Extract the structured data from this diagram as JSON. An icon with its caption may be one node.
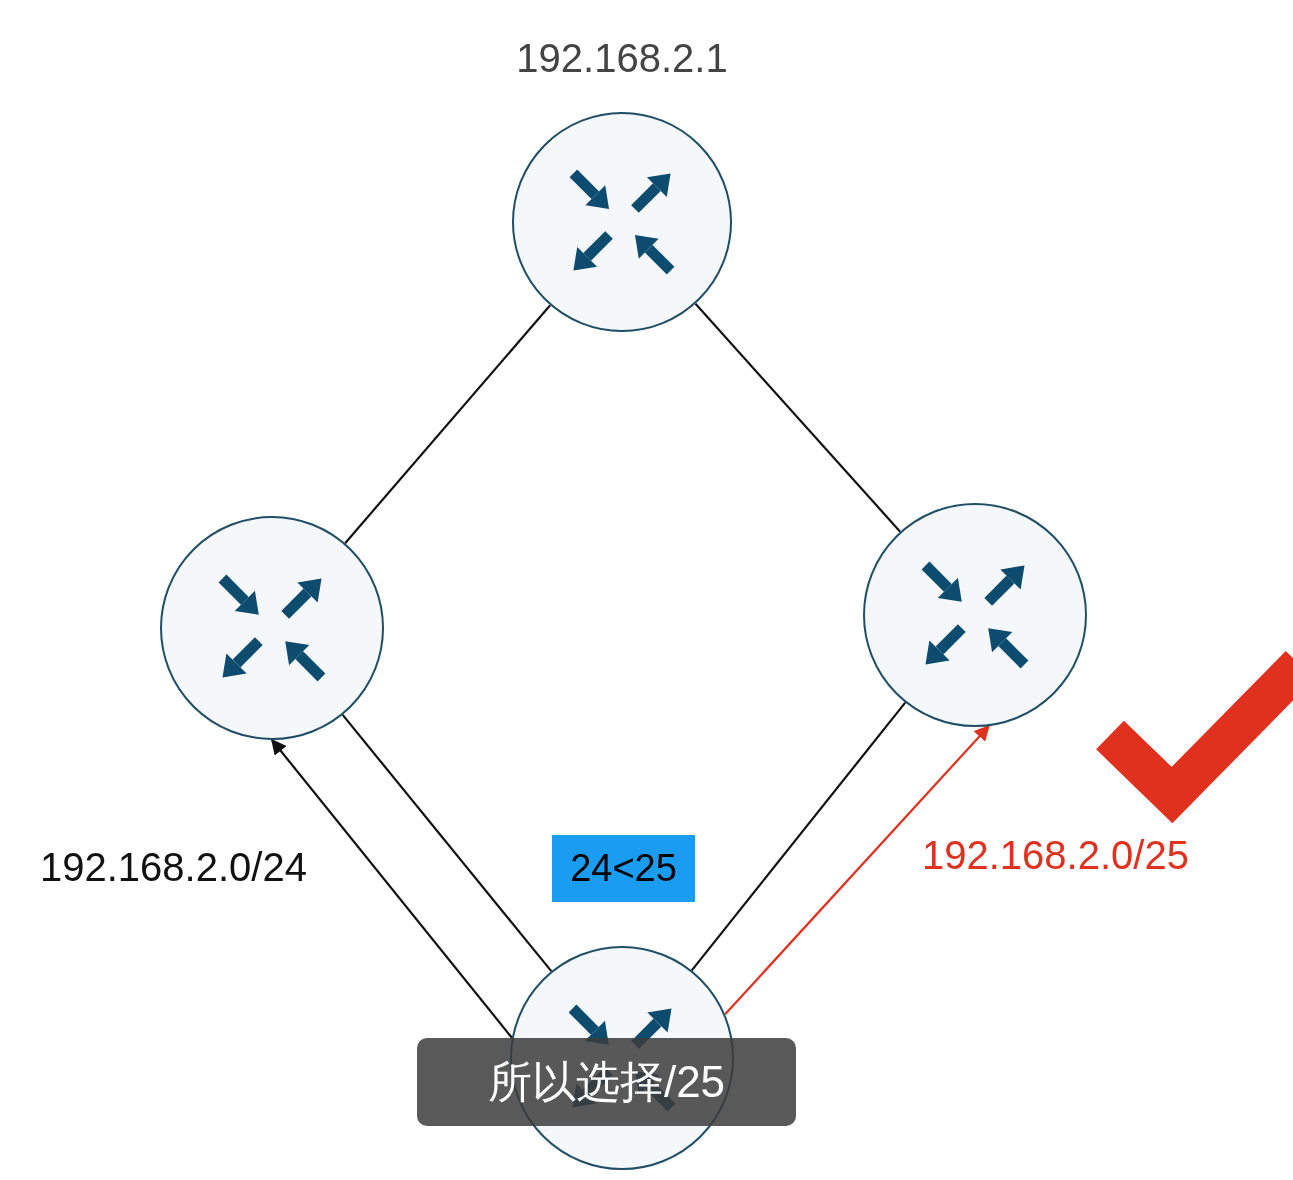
{
  "diagram": {
    "caption": "所以选择/25",
    "nodes": [
      {
        "text": [],
        "shape": "circle",
        "beside": [
          "192.168.2.1"
        ]
      },
      {
        "text": [],
        "shape": "circle"
      },
      {
        "text": [],
        "shape": "circle"
      },
      {
        "text": [],
        "shape": "circle"
      }
    ],
    "edges": [
      {
        "from": 0,
        "to": 1,
        "arrow": "none"
      },
      {
        "from": 0,
        "to": 2,
        "arrow": "none"
      },
      {
        "from": 1,
        "to": 3,
        "arrow": "none"
      },
      {
        "from": 2,
        "to": 3,
        "arrow": "none"
      },
      {
        "from": 3,
        "to": 1,
        "arrow": "to",
        "label": "192.168.2.0/24"
      },
      {
        "from": 3,
        "to": 2,
        "arrow": "to",
        "label": "192.168.2.0/25",
        "color": "#e0301e"
      }
    ],
    "labels": [
      "24<25"
    ]
  }
}
